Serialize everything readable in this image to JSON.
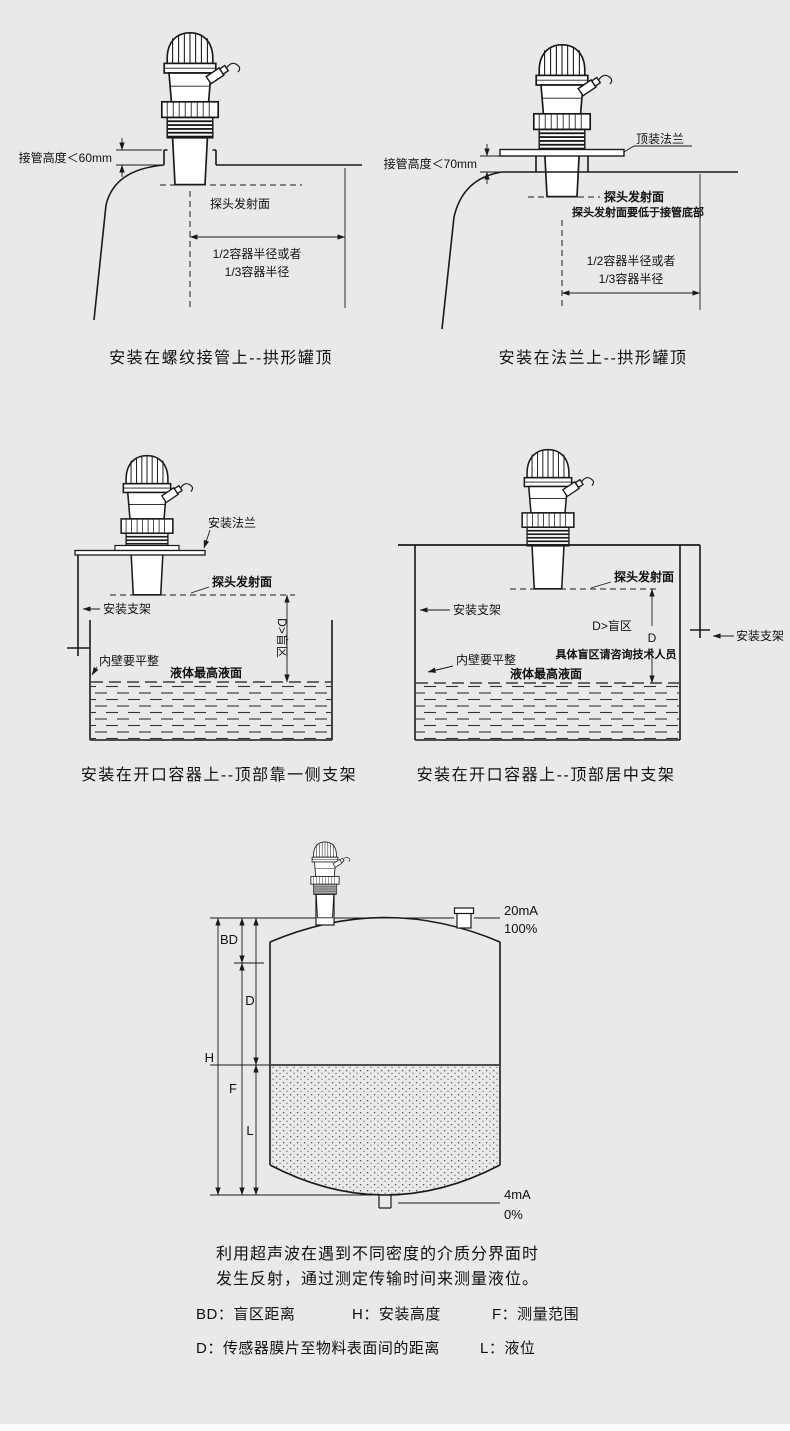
{
  "d1": {
    "caption": "安装在螺纹接管上--拱形罐顶",
    "pipe_height": "接管高度＜60mm",
    "probe_surface": "探头发射面",
    "radius_line1": "1/2容器半径或者",
    "radius_line2": "1/3容器半径"
  },
  "d2": {
    "caption": "安装在法兰上--拱形罐顶",
    "top_flange": "顶装法兰",
    "pipe_height": "接管高度＜70mm",
    "probe_surface": "探头发射面",
    "probe_note": "探头发射面要低于接管底部",
    "radius_line1": "1/2容器半径或者",
    "radius_line2": "1/3容器半径"
  },
  "d3": {
    "caption": "安装在开口容器上--顶部靠一侧支架",
    "mount_flange": "安装法兰",
    "probe_surface": "探头发射面",
    "bracket": "安装支架",
    "inner_wall": "内壁要平整",
    "max_level": "液体最高液面",
    "blind_zone": "D>盲区"
  },
  "d4": {
    "caption": "安装在开口容器上--顶部居中支架",
    "probe_surface": "探头发射面",
    "bracket_left": "安装支架",
    "bracket_right": "安装支架",
    "inner_wall": "内壁要平整",
    "max_level": "液体最高液面",
    "blind_zone": "D>盲区",
    "dim_d": "D",
    "consult_note": "具体盲区请咨询技术人员"
  },
  "d5": {
    "bd": "BD",
    "d": "D",
    "h": "H",
    "f": "F",
    "l": "L",
    "ma_high": "20mA",
    "pct_high": "100%",
    "ma_low": "4mA",
    "pct_low": "0%"
  },
  "description": {
    "line1": "利用超声波在遇到不同密度的介质分界面时",
    "line2": "发生反射，通过测定传输时间来测量液位。"
  },
  "legend": {
    "bd": "BD：盲区距离",
    "h": "H：安装高度",
    "f": "F：测量范围",
    "d": "D：传感器膜片至物料表面间的距离",
    "l": "L：液位"
  }
}
